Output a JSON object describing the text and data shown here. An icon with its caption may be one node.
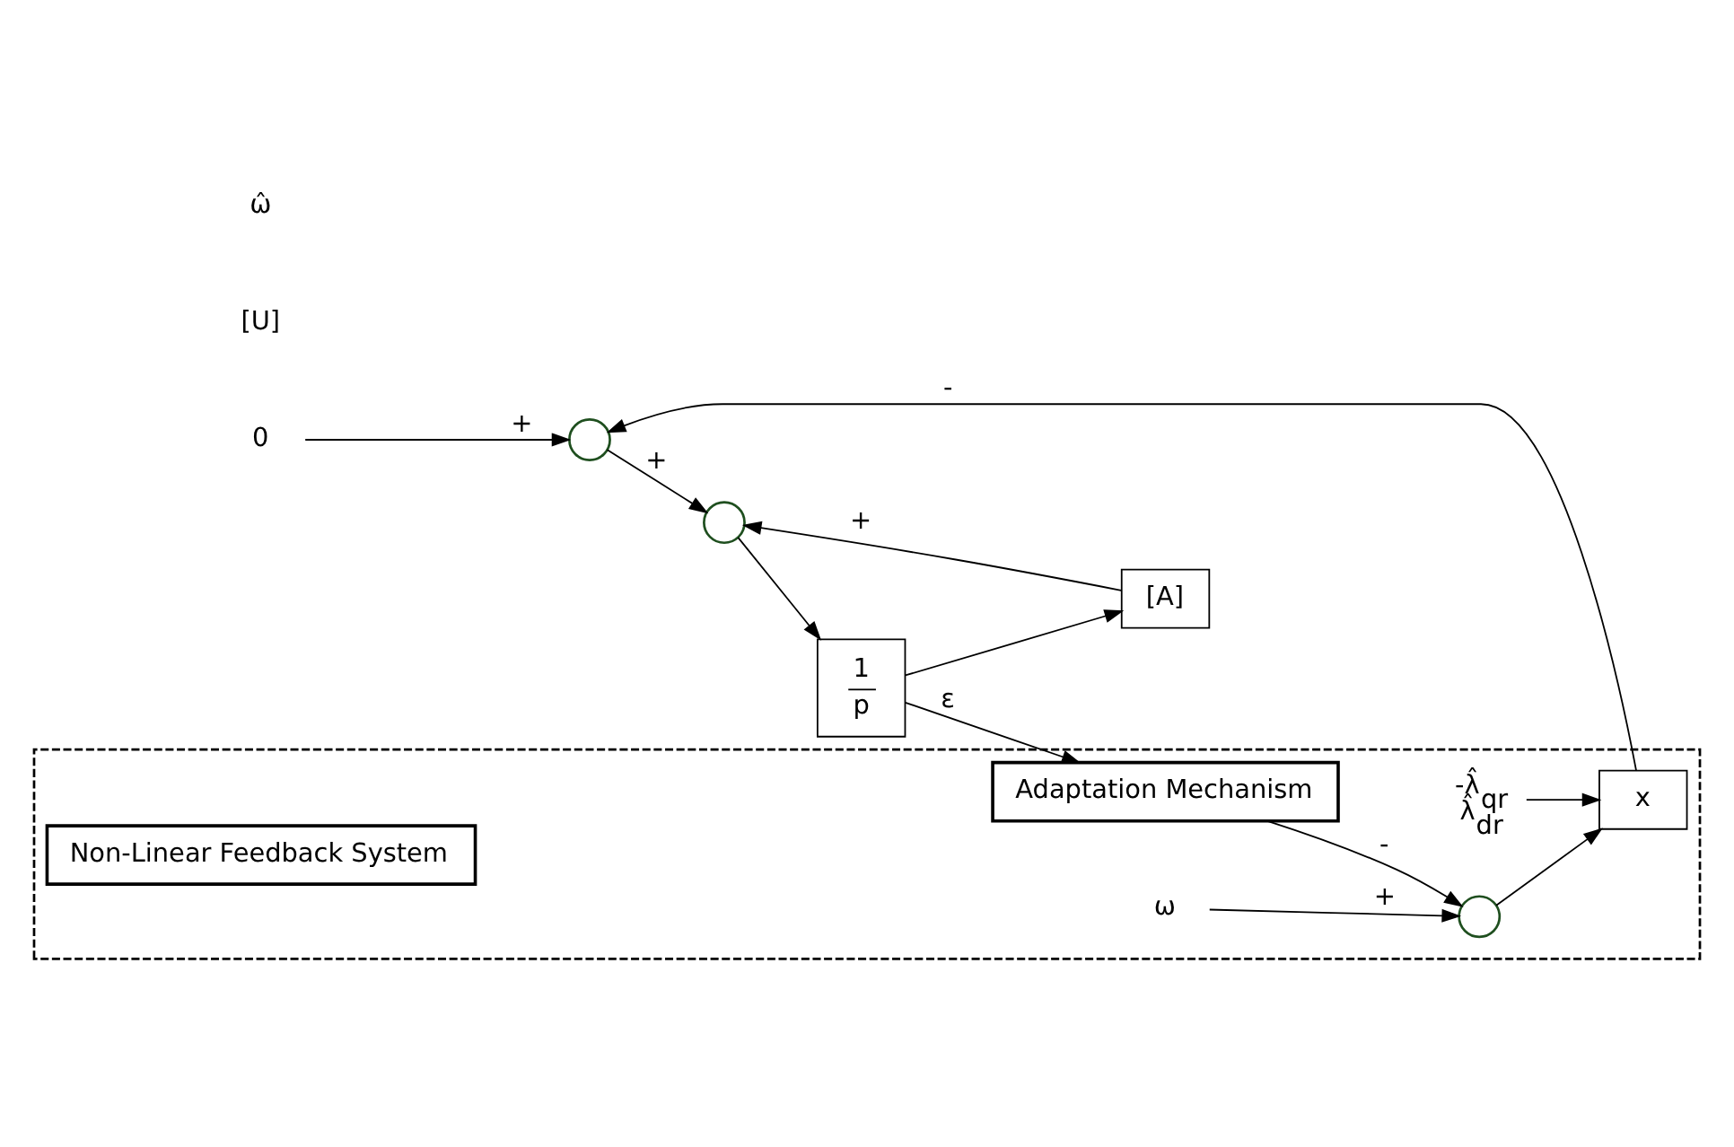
{
  "diagram": {
    "nodes": [
      {
        "text": [
          "0"
        ]
      },
      {
        "text": [],
        "shape": "circle"
      },
      {
        "text": [],
        "shape": "circle"
      },
      {
        "text": [
          "1",
          "p"
        ]
      },
      {
        "text": [
          "[A]"
        ]
      },
      {
        "text": [],
        "shape": "box"
      },
      {
        "text": [
          "x"
        ],
        "in": 5
      },
      {
        "text": [],
        "shape": "circle",
        "in": 5
      },
      {
        "text": [
          "Adaptation Mechanism"
        ],
        "in": 5
      },
      {
        "text": [
          "-λ̂$_{qr}$",
          "λ̂$_{dr}$"
        ],
        "in": 5
      },
      {
        "text": [
          "ω"
        ],
        "in": 5
      },
      {
        "text": [
          "Non-Linear Feedback System"
        ],
        "in": 5
      }
    ],
    "edges": [
      {
        "from": 0,
        "to": 1,
        "arrow": "to",
        "label": "+"
      },
      {
        "from": 6,
        "to": 1,
        "arrow": "to",
        "label": "-"
      },
      {
        "from": 1,
        "to": 2,
        "arrow": "to",
        "label": "+"
      },
      {
        "from": 4,
        "to": 2,
        "arrow": "to",
        "label": "+"
      },
      {
        "from": 2,
        "to": 3,
        "arrow": "to"
      },
      {
        "from": 3,
        "to": 4,
        "arrow": "to"
      },
      {
        "from": 3,
        "to": 8,
        "arrow": "to",
        "label": "ε"
      },
      {
        "from": 8,
        "to": 7,
        "arrow": "to",
        "label": "-"
      },
      {
        "from": 10,
        "to": 7,
        "arrow": "to",
        "label": "+"
      },
      {
        "from": 7,
        "to": 6,
        "arrow": "to"
      },
      {
        "from": 9,
        "to": 6,
        "arrow": "to"
      }
    ],
    "labels": [
      "[U]",
      "ω̂"
    ]
  }
}
